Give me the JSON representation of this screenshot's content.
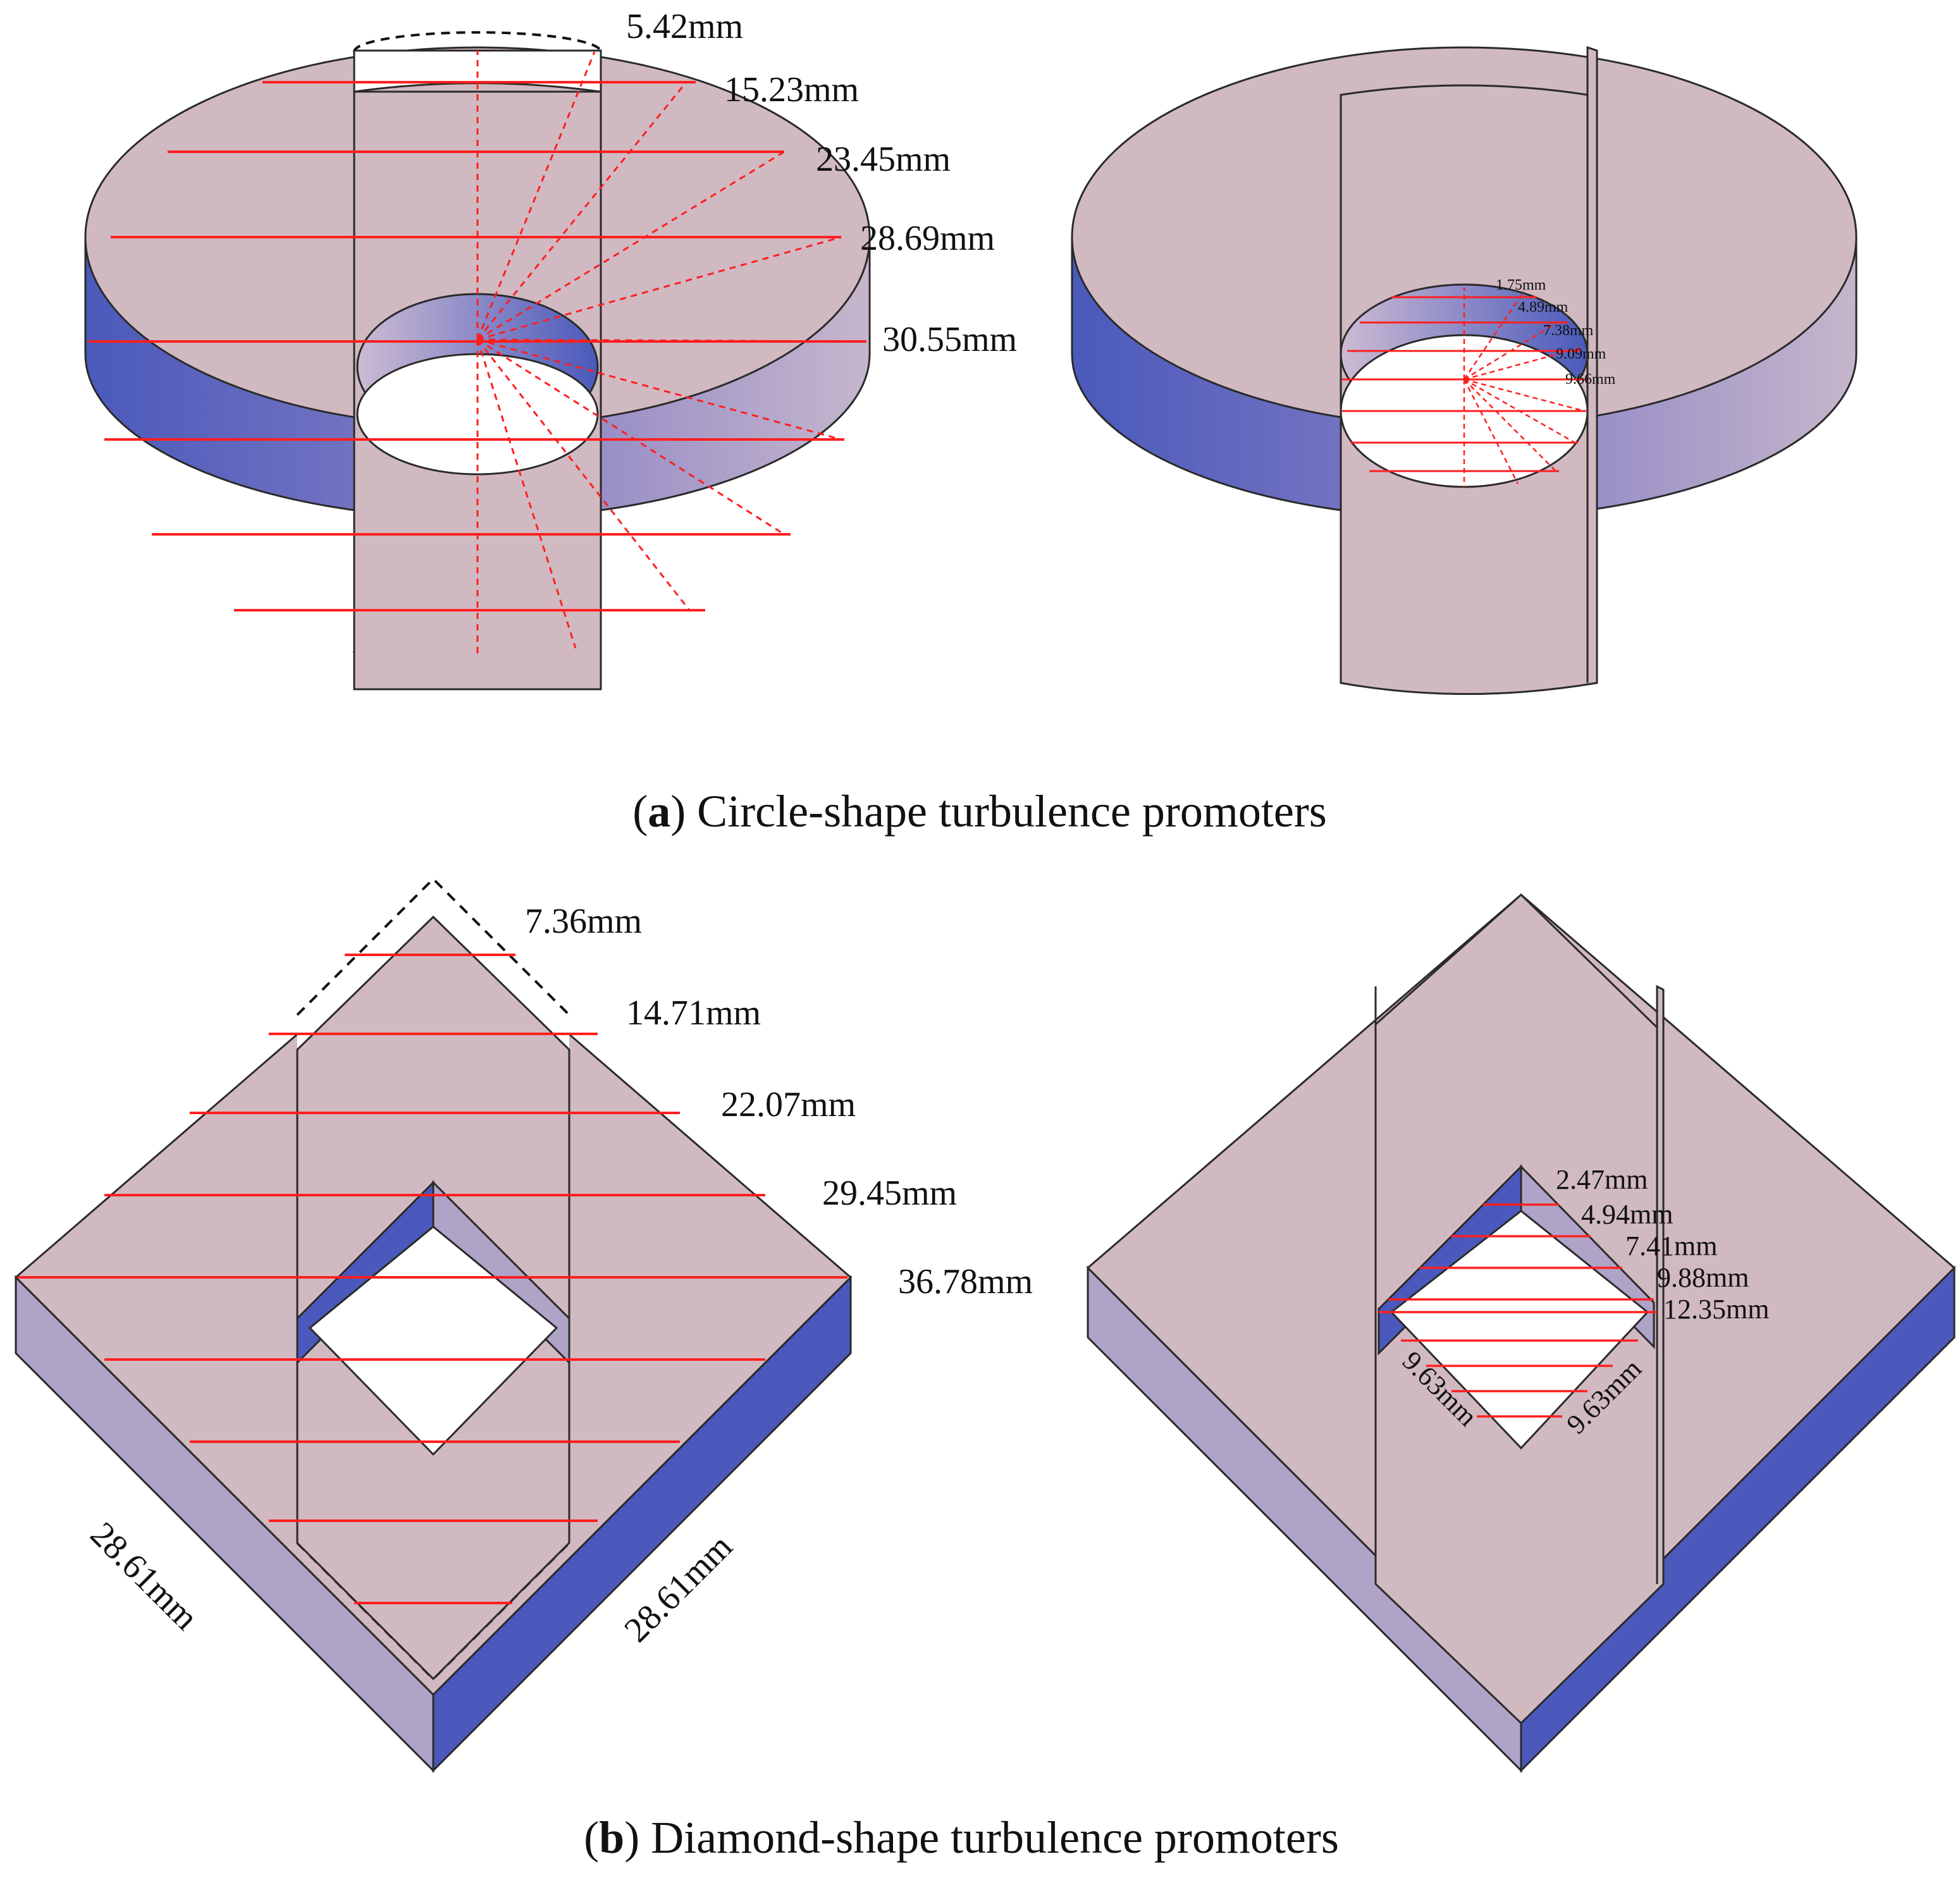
{
  "colors": {
    "top_face": "#d1b9c2",
    "side_dark": "#4a59bb",
    "side_light": "#b3a6c9",
    "red_line": "#ff1f1f",
    "outline": "#2a2a2a"
  },
  "panel_a": {
    "caption_letter": "a",
    "caption_text": "Circle-shape turbulence promoters",
    "left_labels": [
      "5.42mm",
      "15.23mm",
      "23.45mm",
      "28.69mm",
      "30.55mm"
    ],
    "right_labels": [
      "1.75mm",
      "4.89mm",
      "7.38mm",
      "9.09mm",
      "9.66mm"
    ]
  },
  "panel_b": {
    "caption_letter": "b",
    "caption_text": "Diamond-shape turbulence promoters",
    "left_labels": [
      "7.36mm",
      "14.71mm",
      "22.07mm",
      "29.45mm",
      "36.78mm"
    ],
    "left_side_labels": [
      "28.61mm",
      "28.61mm"
    ],
    "right_labels": [
      "2.47mm",
      "4.94mm",
      "7.41mm",
      "9.88mm",
      "12.35mm"
    ],
    "right_hole_side_labels": [
      "9.63mm",
      "9.63mm"
    ]
  }
}
